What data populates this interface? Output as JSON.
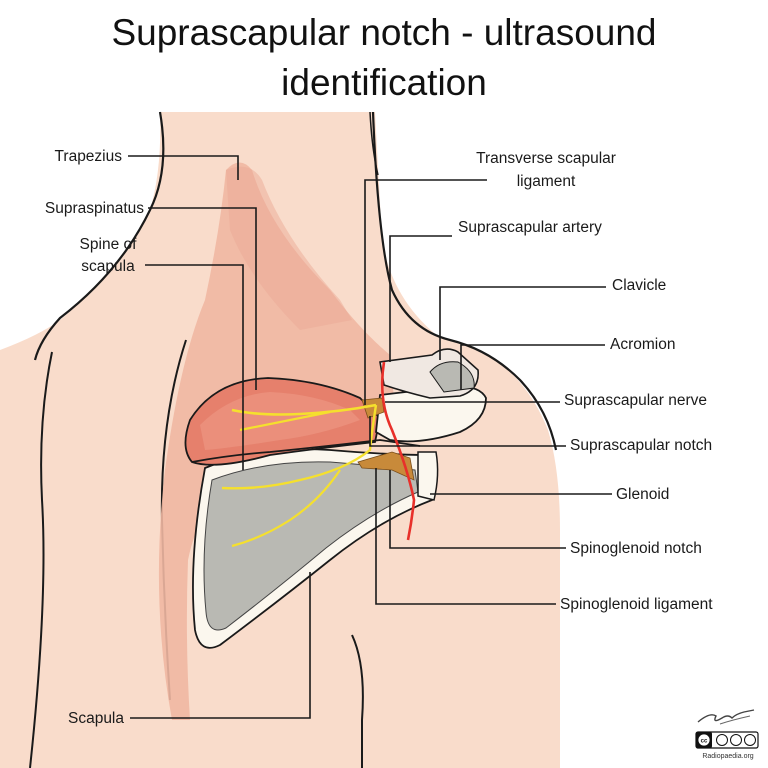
{
  "title": {
    "line1": "Suprascapular notch - ultrasound",
    "line2": "identification"
  },
  "labels": {
    "trapezius": "Trapezius",
    "supraspinatus": "Supraspinatus",
    "spine_line1": "Spine of",
    "spine_line2": "scapula",
    "scapula": "Scapula",
    "transverse_line1": "Transverse scapular",
    "transverse_line2": "ligament",
    "suprascapular_artery": "Suprascapular artery",
    "clavicle": "Clavicle",
    "acromion": "Acromion",
    "suprascapular_nerve": "Suprascapular nerve",
    "suprascapular_notch": "Suprascapular notch",
    "glenoid": "Glenoid",
    "spinoglenoid_notch": "Spinoglenoid notch",
    "spinoglenoid_ligament": "Spinoglenoid ligament"
  },
  "license": {
    "badge": "cc BY NC SA",
    "source": "Radiopaedia.org"
  },
  "colors": {
    "skin": "#f9dccb",
    "trapezius": "#efb7a2",
    "muscle": "#e6806c",
    "scapula_bone": "#b9b9b3",
    "bone_rim": "#fbf7ee",
    "nerve": "#f5e02d",
    "artery": "#e8302a",
    "ligament": "#c88a3a",
    "outline": "#2a1a18"
  },
  "icons": {
    "logo": "signature-icon",
    "license": "creative-commons-icon"
  }
}
